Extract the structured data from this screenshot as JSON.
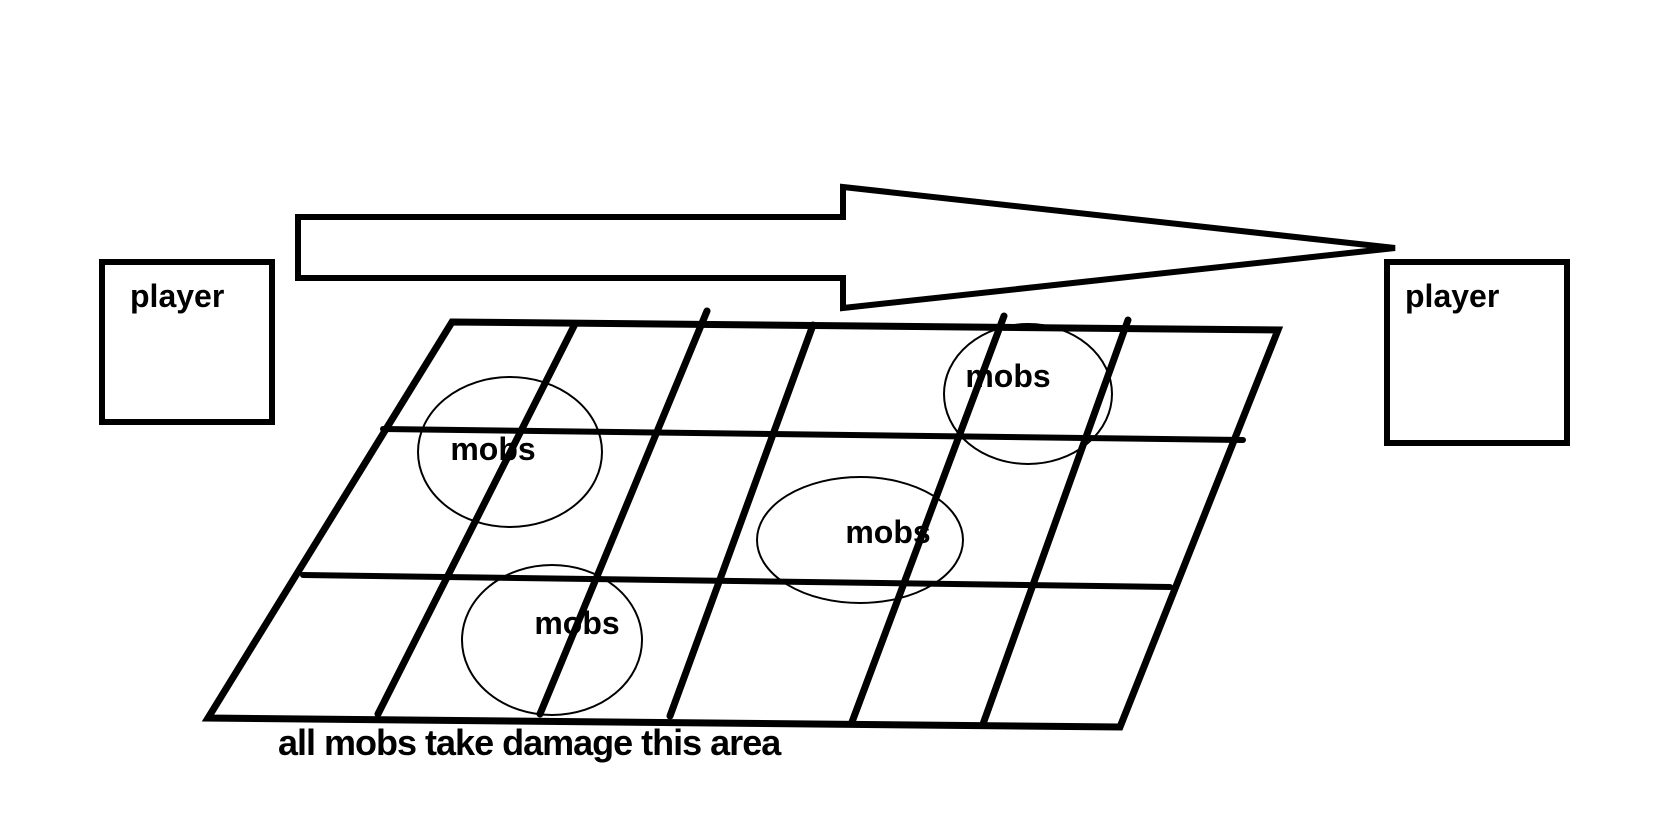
{
  "canvas": {
    "background": "#ffffff",
    "ink": "#000000"
  },
  "players": {
    "left": {
      "label": "player"
    },
    "right": {
      "label": "player"
    }
  },
  "arrow": {
    "direction": "right"
  },
  "grid": {
    "rows": 3,
    "columns": 6,
    "mob_zones": [
      {
        "label": "mobs"
      },
      {
        "label": "mobs"
      },
      {
        "label": "mobs"
      },
      {
        "label": "mobs"
      }
    ]
  },
  "caption": {
    "text": "all mobs take damage this area"
  }
}
